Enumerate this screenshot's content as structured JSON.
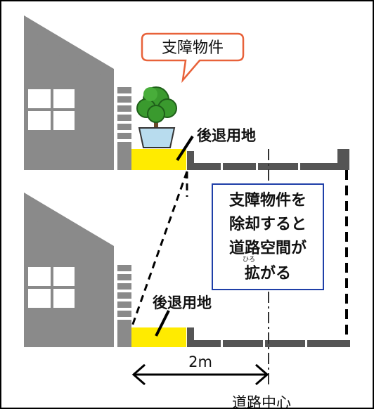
{
  "callout": {
    "text": "支障物件"
  },
  "setback_label_top": "後退用地",
  "setback_label_bottom": "後退用地",
  "info_box": {
    "lines": [
      "支障物件を",
      "除却すると",
      "道路空間が",
      "拡がる"
    ],
    "ruby": "ひろ"
  },
  "dimension": {
    "value": "2m"
  },
  "road_center_label": "道路中心",
  "colors": {
    "building": "#8a8a8a",
    "window": "#ffffff",
    "setback": "#ffeb00",
    "road_edge": "#555555",
    "callout_border": "#e8623a",
    "info_border": "#1f3fa8",
    "tree": "#3a9a2e",
    "pot": "#b8dcee"
  }
}
